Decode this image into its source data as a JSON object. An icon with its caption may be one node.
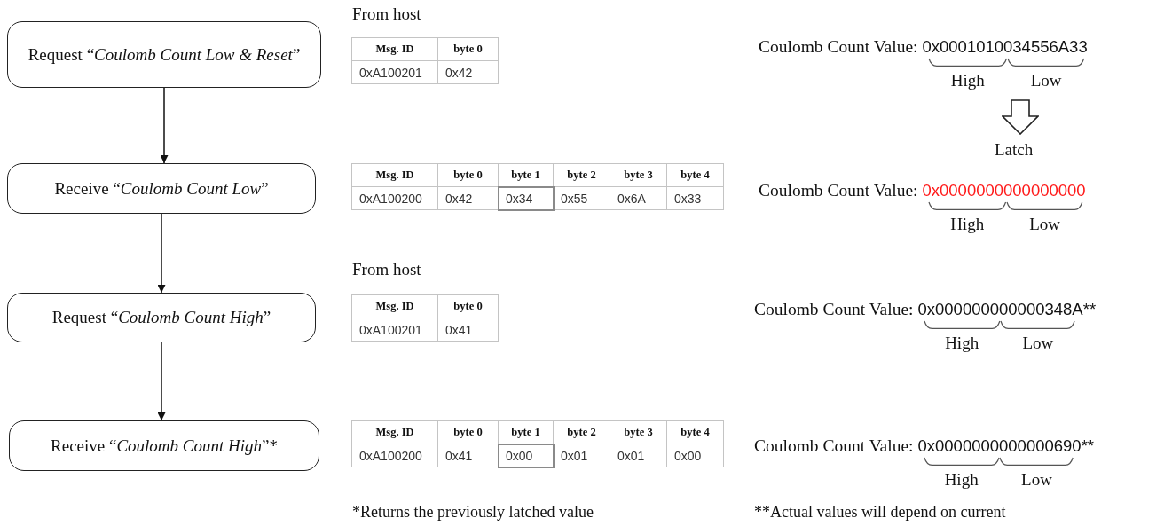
{
  "diagram": {
    "nodes": [
      {
        "text": [
          "Request “*Coulomb Count Low & Reset*”"
        ]
      },
      {
        "text": [
          "Receive “*Coulomb Count Low*”"
        ]
      },
      {
        "text": [
          "Request “*Coulomb Count High*”"
        ]
      },
      {
        "text": [
          "Receive “*Coulomb Count High*”*"
        ]
      }
    ],
    "edges": [
      {
        "from": 0,
        "to": 1,
        "arrow": "to"
      },
      {
        "from": 1,
        "to": 2,
        "arrow": "to"
      },
      {
        "from": 2,
        "to": 3,
        "arrow": "to"
      }
    ],
    "labels": [
      "From host",
      "Msg. ID",
      "byte 0",
      "0xA100201",
      "0x42",
      "Coulomb Count Value:",
      "0x0001010034556A33",
      "High",
      "Low",
      "Latch",
      "Msg. ID",
      "byte 0",
      "byte 1",
      "byte 2",
      "byte 3",
      "byte 4",
      "0xA100200",
      "0x42",
      "0x34",
      "0x55",
      "0x6A",
      "0x33",
      "Coulomb Count Value:",
      "0x0000000000000000",
      "High",
      "Low",
      "From host",
      "Msg. ID",
      "byte 0",
      "0xA100201",
      "0x41",
      "Coulomb Count Value:",
      "0x000000000000348A**",
      "High",
      "Low",
      "Msg. ID",
      "byte 0",
      "byte 1",
      "byte 2",
      "byte 3",
      "byte 4",
      "0xA100200",
      "0x41",
      "0x00",
      "0x01",
      "0x01",
      "0x00",
      "Coulomb Count Value:",
      "0x0000000000000690**",
      "High",
      "Low",
      "*Returns the previously latched value",
      "**Actual values will depend on current"
    ]
  }
}
